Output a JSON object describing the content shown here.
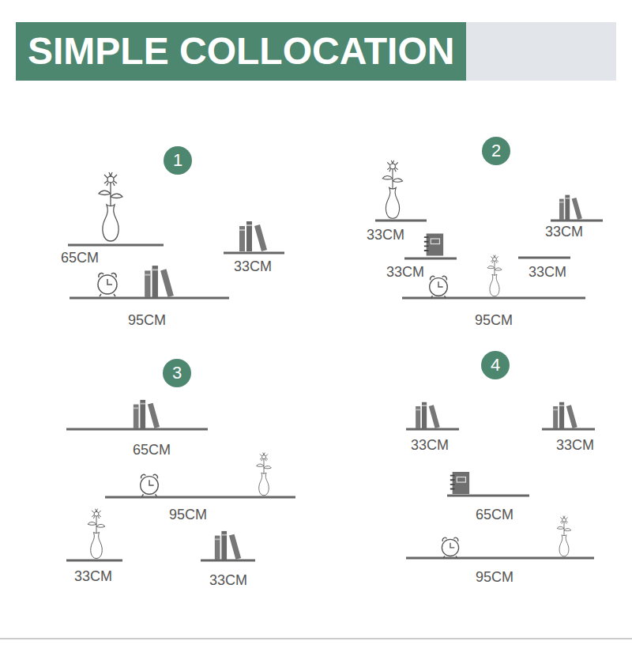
{
  "diagram": {
    "title": "SIMPLE COLLOCATION",
    "nodes": [
      {
        "text": [
          "1"
        ]
      },
      {
        "text": [
          "2"
        ]
      },
      {
        "text": [
          "3"
        ]
      },
      {
        "text": [
          "4"
        ]
      }
    ],
    "labels": [
      "65CM",
      "33CM",
      "95CM",
      "33CM",
      "33CM",
      "33CM",
      "33CM",
      "95CM",
      "65CM",
      "95CM",
      "33CM",
      "33CM",
      "33CM",
      "33CM",
      "65CM",
      "95CM"
    ]
  }
}
